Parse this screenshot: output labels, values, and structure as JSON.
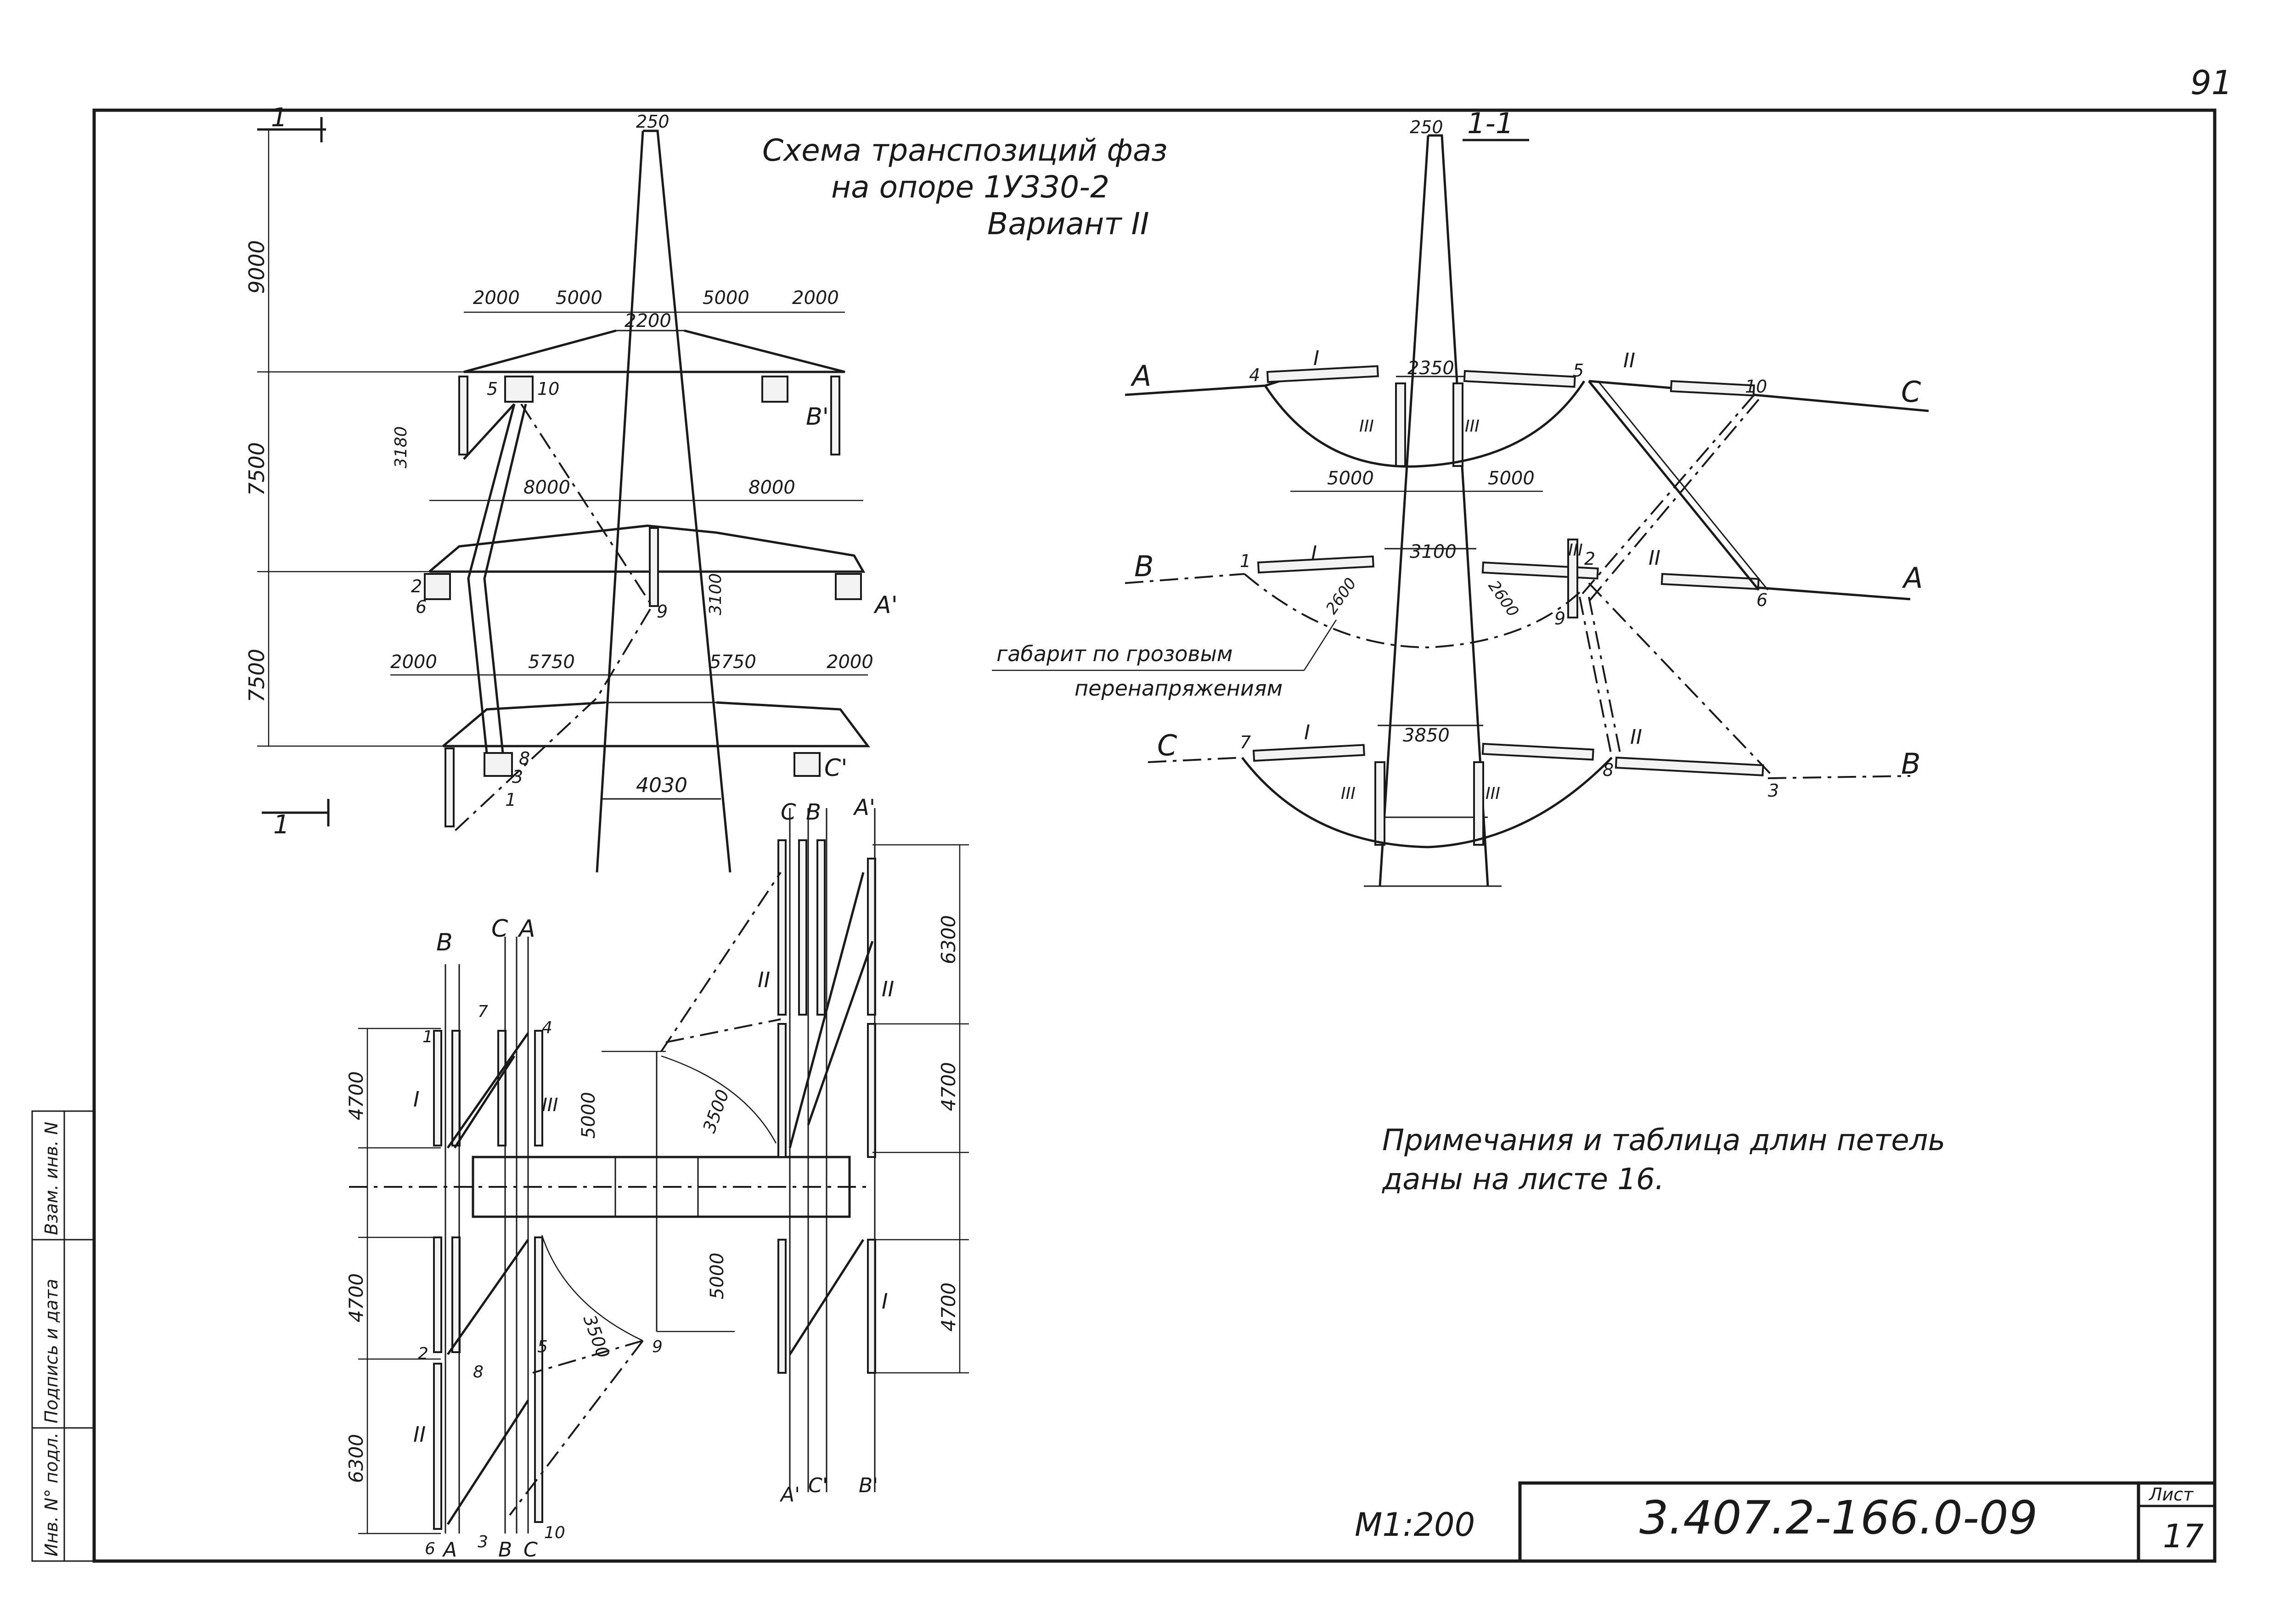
{
  "sheet_number_top": "91",
  "title": {
    "line1": "Схема  транспозиций  фаз",
    "line2": "на  опоре  1У330-2",
    "line3": "Вариант II"
  },
  "section_marker": "1",
  "section_label": "1-1",
  "tower_top_width": "250",
  "left_view": {
    "vertical_dims": [
      "9000",
      "7500",
      "7500"
    ],
    "top_dims": [
      "2000",
      "5000",
      "2200",
      "5000",
      "2000"
    ],
    "mid_dims": [
      "8000",
      "8000",
      "3100"
    ],
    "low_dims": [
      "2000",
      "5750",
      "5750",
      "2000"
    ],
    "base_width": "4030",
    "insulator_dim": "3180",
    "points": [
      "5",
      "10",
      "2",
      "6",
      "9",
      "1",
      "8",
      "3"
    ],
    "phase_marks": [
      "B'",
      "A'",
      "C'"
    ]
  },
  "section_view": {
    "top_width": "2350",
    "mid_width": "3100",
    "low_width": "3850",
    "arm_dims": [
      "5000",
      "5000"
    ],
    "clearance_dims": [
      "2600",
      "2600"
    ],
    "clearance_note": [
      "габарит  по  грозовым",
      "перенапряжениям"
    ],
    "phases_left": [
      "A",
      "B",
      "C"
    ],
    "phases_right": [
      "C",
      "A",
      "B"
    ],
    "roman": [
      "I",
      "II",
      "III"
    ],
    "points": [
      "4",
      "5",
      "10",
      "1",
      "2",
      "9",
      "6",
      "7",
      "8",
      "3"
    ]
  },
  "plan_view": {
    "dims_left": [
      "4700",
      "4700",
      "6300"
    ],
    "dims_right": [
      "6300",
      "4700",
      "4700"
    ],
    "dims_center": [
      "5000",
      "5000",
      "3500",
      "3500"
    ],
    "phases_top_left": [
      "B",
      "C",
      "A"
    ],
    "phases_top_right": [
      "C",
      "B",
      "A'"
    ],
    "phases_bottom_left": [
      "A",
      "B",
      "C"
    ],
    "phases_bottom_right": [
      "A'",
      "C'",
      "B'"
    ],
    "points": [
      "1",
      "7",
      "4",
      "2",
      "8",
      "5",
      "9",
      "6",
      "3",
      "10"
    ]
  },
  "notes": {
    "line1": "Примечания   и   таблица   длин   петель",
    "line2": "даны   на   листе  16."
  },
  "scale": "М1:200",
  "doc_code": "3.407.2-166.0-09",
  "sheet_label": "Лист",
  "sheet_value": "17",
  "side_stamp": [
    "Инв. N° подл.",
    "Подпись и дата",
    "Взам. инв. N"
  ]
}
